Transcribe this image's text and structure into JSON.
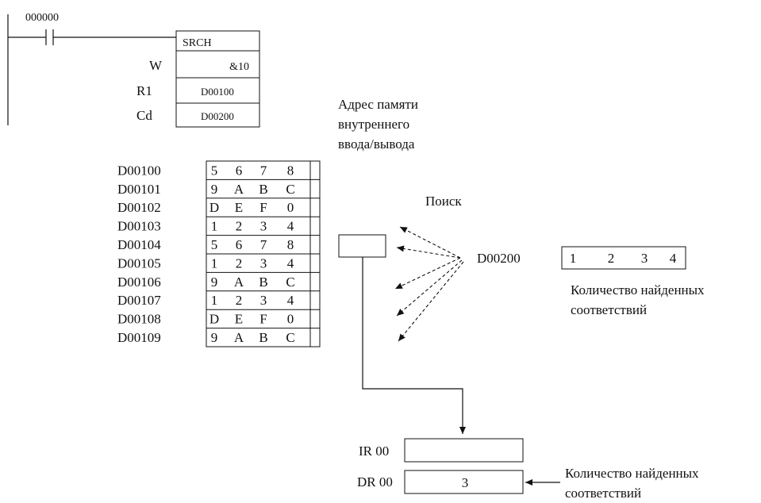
{
  "ladder": {
    "contact_address": "000000",
    "instruction": "SRCH",
    "operands": [
      {
        "name": "W",
        "value": "&10"
      },
      {
        "name": "R1",
        "value": "D00100"
      },
      {
        "name": "Cd",
        "value": "D00200"
      }
    ]
  },
  "memory_note": [
    "Адрес памяти",
    "внутреннего",
    "ввода/вывода"
  ],
  "memory_table": {
    "rows": [
      {
        "address": "D00100",
        "digits": [
          "5",
          "6",
          "7",
          "8"
        ]
      },
      {
        "address": "D00101",
        "digits": [
          "9",
          "A",
          "B",
          "C"
        ]
      },
      {
        "address": "D00102",
        "digits": [
          "D",
          "E",
          "F",
          "0"
        ]
      },
      {
        "address": "D00103",
        "digits": [
          "1",
          "2",
          "3",
          "4"
        ]
      },
      {
        "address": "D00104",
        "digits": [
          "5",
          "6",
          "7",
          "8"
        ]
      },
      {
        "address": "D00105",
        "digits": [
          "1",
          "2",
          "3",
          "4"
        ]
      },
      {
        "address": "D00106",
        "digits": [
          "9",
          "A",
          "B",
          "C"
        ]
      },
      {
        "address": "D00107",
        "digits": [
          "1",
          "2",
          "3",
          "4"
        ]
      },
      {
        "address": "D00108",
        "digits": [
          "D",
          "E",
          "F",
          "0"
        ]
      },
      {
        "address": "D00109",
        "digits": [
          "9",
          "A",
          "B",
          "C"
        ]
      }
    ]
  },
  "search": {
    "label": "Поиск",
    "compare_address": "D00200",
    "compare_digits": [
      "1",
      "2",
      "3",
      "4"
    ],
    "count_note": [
      "Количество найденных",
      "соответствий"
    ]
  },
  "registers": {
    "ir": {
      "label": "IR 00",
      "value": ""
    },
    "dr": {
      "label": "DR 00",
      "value": "3"
    },
    "dr_note": [
      "Количество найденных",
      "соответствий"
    ]
  }
}
